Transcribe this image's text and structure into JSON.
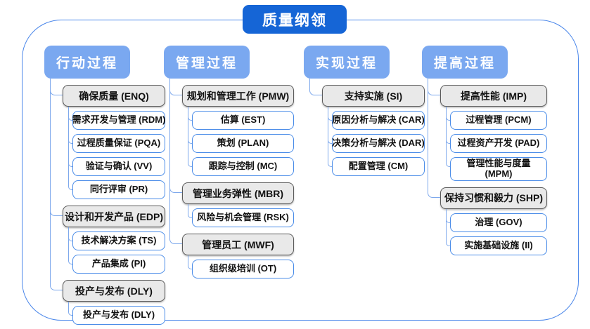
{
  "title": "质量纲领",
  "colors": {
    "title_bg": "#1565d6",
    "column_header_bg": "#7aa8f0",
    "connector_line": "#7da8ec",
    "leaf_border": "#4a8ce8",
    "group_fill": "#e9e9e9",
    "group_border": "#5a5a5a",
    "frame_border": "#4b87ea",
    "text": "#111111"
  },
  "columns": [
    {
      "header": "行动过程",
      "groups": [
        {
          "label": "确保质量 (ENQ)",
          "children": [
            "需求开发与管理 (RDM)",
            "过程质量保证 (PQA)",
            "验证与确认 (VV)",
            "同行评审 (PR)"
          ]
        },
        {
          "label": "设计和开发产品 (EDP)",
          "children": [
            "技术解决方案 (TS)",
            "产品集成 (PI)"
          ]
        },
        {
          "label": "投产与发布 (DLY)",
          "children": [
            "投产与发布 (DLY)"
          ]
        }
      ]
    },
    {
      "header": "管理过程",
      "groups": [
        {
          "label": "规划和管理工作 (PMW)",
          "children": [
            "估算 (EST)",
            "策划 (PLAN)",
            "跟踪与控制 (MC)"
          ]
        },
        {
          "label": "管理业务弹性 (MBR)",
          "children": [
            "风险与机会管理 (RSK)"
          ]
        },
        {
          "label": "管理员工 (MWF)",
          "children": [
            "组织级培训 (OT)"
          ]
        }
      ]
    },
    {
      "header": "实现过程",
      "groups": [
        {
          "label": "支持实施 (SI)",
          "children": [
            "原因分析与解决 (CAR)",
            "决策分析与解决 (DAR)",
            "配置管理 (CM)"
          ]
        }
      ]
    },
    {
      "header": "提高过程",
      "groups": [
        {
          "label": "提高性能 (IMP)",
          "children": [
            "过程管理 (PCM)",
            "过程资产开发 (PAD)",
            "管理性能与度量 (MPM)"
          ]
        },
        {
          "label": "保持习惯和毅力 (SHP)",
          "children": [
            "治理 (GOV)",
            "实施基础设施 (II)"
          ]
        }
      ]
    }
  ]
}
